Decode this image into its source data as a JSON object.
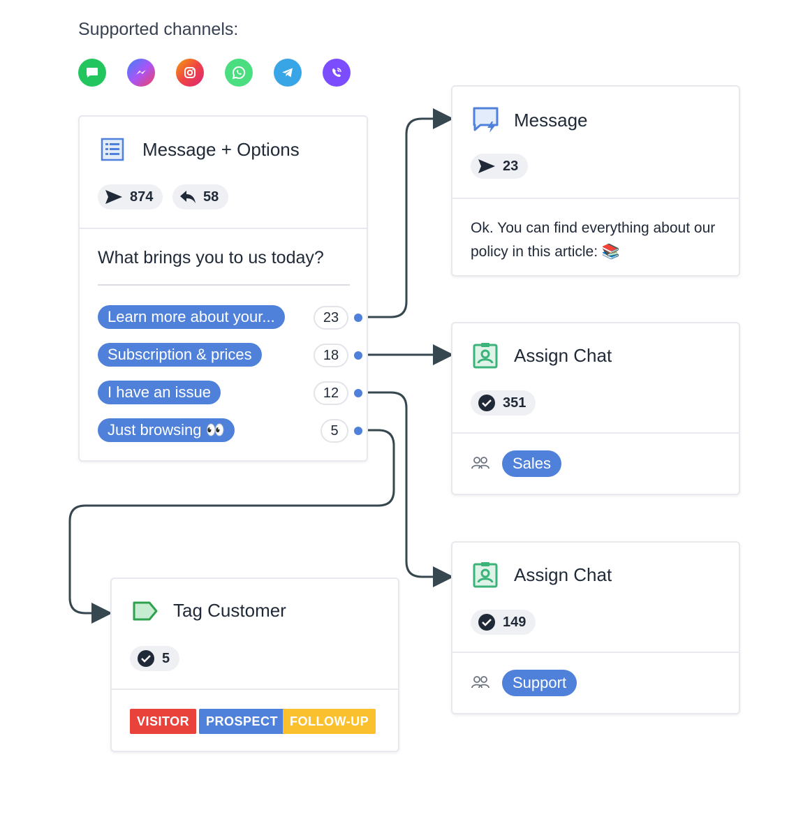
{
  "heading": "Supported channels:",
  "channels": [
    {
      "name": "sms-icon",
      "color": "#22c55e"
    },
    {
      "name": "messenger-icon",
      "color": "#8b5cf6"
    },
    {
      "name": "instagram-icon",
      "color": "#f97316"
    },
    {
      "name": "whatsapp-icon",
      "color": "#4ade80"
    },
    {
      "name": "telegram-icon",
      "color": "#38a5e6"
    },
    {
      "name": "viber-icon",
      "color": "#7c4dff"
    }
  ],
  "options_card": {
    "title": "Message + Options",
    "sent": "874",
    "replied": "58",
    "question": "What brings you to us today?",
    "options": [
      {
        "label": "Learn more about your...",
        "count": "23"
      },
      {
        "label": "Subscription & prices",
        "count": "18"
      },
      {
        "label": "I have an issue",
        "count": "12"
      },
      {
        "label": "Just browsing 👀",
        "count": "5"
      }
    ]
  },
  "message_card": {
    "title": "Message",
    "sent": "23",
    "text": "Ok. You can find everything about our policy in this article: 📚"
  },
  "assign_sales": {
    "title": "Assign Chat",
    "count": "351",
    "team": "Sales"
  },
  "assign_support": {
    "title": "Assign Chat",
    "count": "149",
    "team": "Support"
  },
  "tag_card": {
    "title": "Tag Customer",
    "count": "5",
    "tags": [
      {
        "label": "VISITOR",
        "color": "#e8423b"
      },
      {
        "label": "PROSPECT",
        "color": "#4f80da"
      },
      {
        "label": "FOLLOW-UP",
        "color": "#fbc02d"
      }
    ]
  },
  "colors": {
    "accent": "#4f80da",
    "connector": "#37474f",
    "icon_green": "#3bb37a"
  }
}
